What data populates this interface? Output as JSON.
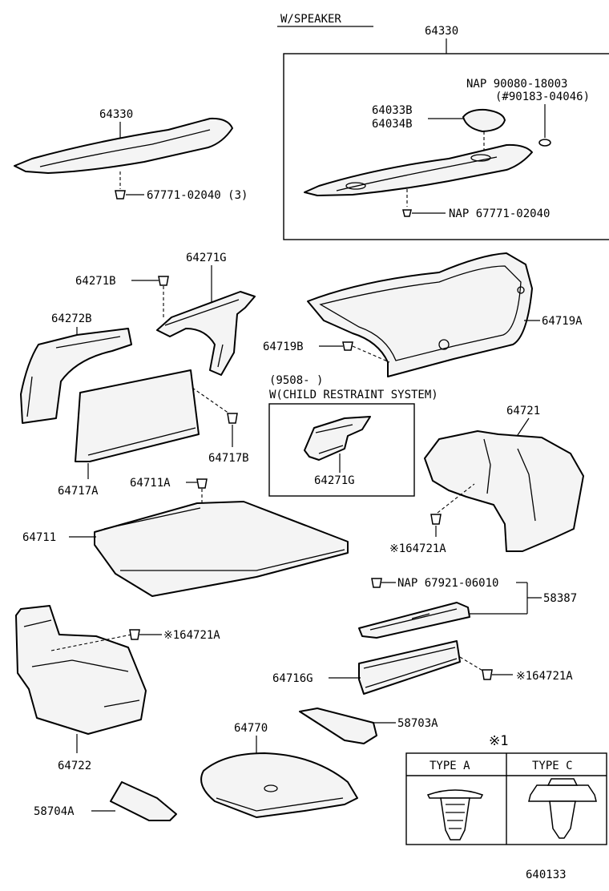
{
  "header": {
    "speaker_variant": "W/SPEAKER"
  },
  "speaker_box": {
    "part": "64330",
    "pad_label_1": "64033B",
    "pad_label_2": "64034B",
    "nut_label_1": "NAP  90080-18003",
    "nut_label_2": "(#90183-04046)",
    "clip_label": "NAP  67771-02040"
  },
  "package_tray": {
    "part": "64330",
    "clip_label": "67771-02040 (3)"
  },
  "side_trims": {
    "bolt": "64271B",
    "panel_g": "64271G",
    "panel_b": "64272B",
    "partition": "64717A",
    "partition_clip": "64717B"
  },
  "trunk_lid": {
    "part": "64719A",
    "clip": "64719B"
  },
  "child_box": {
    "line1": "(9508-      )",
    "line2": "W(CHILD RESTRAINT SYSTEM)",
    "part": "64271G"
  },
  "floor_mat": {
    "part": "64711",
    "clip": "64711A"
  },
  "right_trim": {
    "part": "64721",
    "clip": "※164721A"
  },
  "left_trim": {
    "part": "64722",
    "clip": "※164721A"
  },
  "sill": {
    "nap": "NAP  67921-06010",
    "plate": "58387",
    "cover": "64716G",
    "clip": "※164721A"
  },
  "spare_cover": {
    "part": "64770",
    "bracket_a": "58703A",
    "bracket_b": "58704A"
  },
  "legend": {
    "title": "※1",
    "type_a": "TYPE  A",
    "type_c": "TYPE  C"
  },
  "figure_number": "640133"
}
